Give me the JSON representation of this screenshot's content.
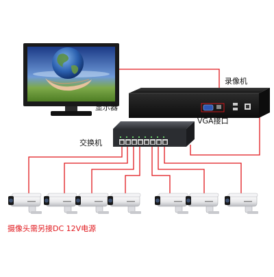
{
  "labels": {
    "monitor": "显示器",
    "nvr": "录像机",
    "vga": "VGA接口",
    "switch": "交换机",
    "power_note": "摄像头需另接DC 12V电源"
  },
  "colors": {
    "cable": "#e0161b",
    "device_dark": "#222222",
    "note": "#e0161b"
  },
  "cameras": [
    {
      "id": "camera-1"
    },
    {
      "id": "camera-2"
    },
    {
      "id": "camera-3"
    },
    {
      "id": "camera-4"
    },
    {
      "id": "camera-5"
    },
    {
      "id": "camera-6"
    },
    {
      "id": "camera-7"
    }
  ]
}
